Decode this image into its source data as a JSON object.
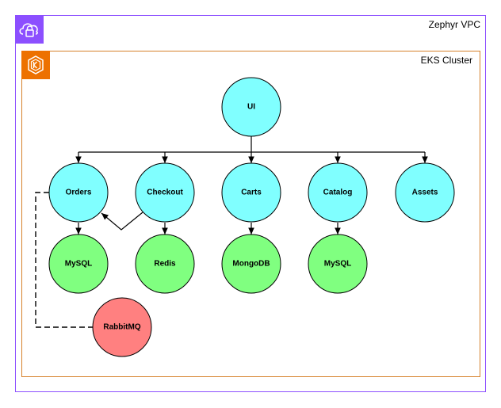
{
  "vpc": {
    "label": "Zephyr VPC",
    "icon": "vpc-lock-icon",
    "color": "#8c4fff"
  },
  "cluster": {
    "label": "EKS Cluster",
    "icon": "eks-icon",
    "color": "#ed7100"
  },
  "colors": {
    "service": "#80ffff",
    "datastore": "#80ff80",
    "queue": "#ff8080"
  },
  "nodes": {
    "ui": {
      "label": "UI",
      "kind": "service"
    },
    "orders": {
      "label": "Orders",
      "kind": "service"
    },
    "checkout": {
      "label": "Checkout",
      "kind": "service"
    },
    "carts": {
      "label": "Carts",
      "kind": "service"
    },
    "catalog": {
      "label": "Catalog",
      "kind": "service"
    },
    "assets": {
      "label": "Assets",
      "kind": "service"
    },
    "orders_db": {
      "label": "MySQL",
      "kind": "datastore"
    },
    "checkout_db": {
      "label": "Redis",
      "kind": "datastore"
    },
    "carts_db": {
      "label": "MongoDB",
      "kind": "datastore"
    },
    "catalog_db": {
      "label": "MySQL",
      "kind": "datastore"
    },
    "rabbitmq": {
      "label": "RabbitMQ",
      "kind": "queue"
    }
  }
}
